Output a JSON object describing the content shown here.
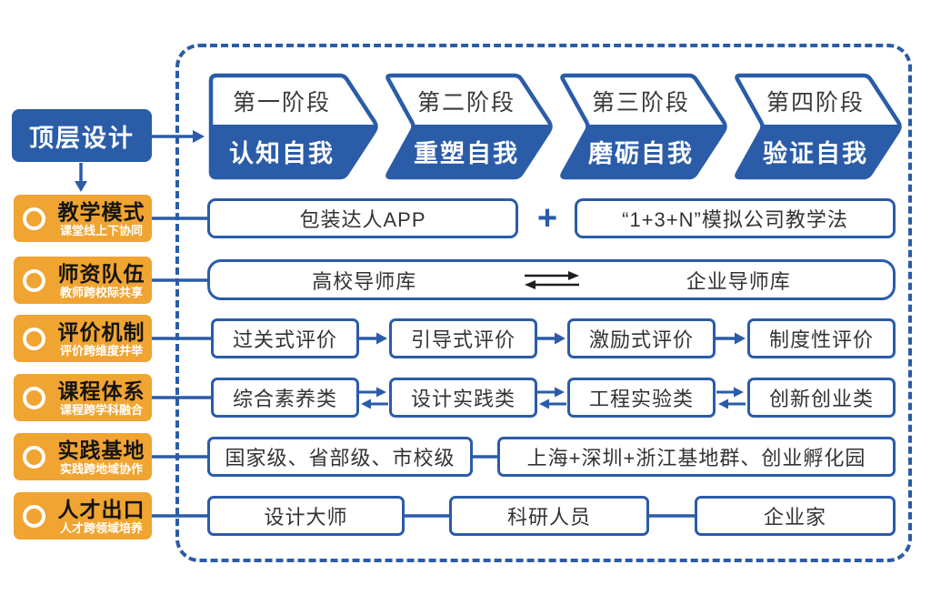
{
  "palette": {
    "blue": "#2A5CA8",
    "orange": "#F0A431",
    "text_dark": "#333333",
    "black": "#1F1F1F",
    "white": "#FFFFFF"
  },
  "top_level": {
    "label": "顶层设计"
  },
  "stages": [
    {
      "phase": "第一阶段",
      "theme": "认知自我"
    },
    {
      "phase": "第二阶段",
      "theme": "重塑自我"
    },
    {
      "phase": "第三阶段",
      "theme": "磨砺自我"
    },
    {
      "phase": "第四阶段",
      "theme": "验证自我"
    }
  ],
  "rows": {
    "teaching": {
      "label": "教学模式",
      "sub": "课堂线上下协同",
      "box1": "包装达人APP",
      "plus": "+",
      "box2": "“1+3+N”模拟公司教学法"
    },
    "faculty": {
      "label": "师资队伍",
      "sub": "教师跨校际共享",
      "left_box": "高校导师库",
      "right_box": "企业导师库"
    },
    "evaluation": {
      "label": "评价机制",
      "sub": "评价跨维度并举",
      "items": [
        "过关式评价",
        "引导式评价",
        "激励式评价",
        "制度性评价"
      ]
    },
    "curriculum": {
      "label": "课程体系",
      "sub": "课程跨学科融合",
      "items": [
        "综合素养类",
        "设计实践类",
        "工程实验类",
        "创新创业类"
      ]
    },
    "practice": {
      "label": "实践基地",
      "sub": "实践跨地域协作",
      "box1": "国家级、省部级、市校级",
      "box2": "上海+深圳+浙江基地群、创业孵化园"
    },
    "talent": {
      "label": "人才出口",
      "sub": "人才跨领域培养",
      "items": [
        "设计大师",
        "科研人员",
        "企业家"
      ]
    }
  }
}
